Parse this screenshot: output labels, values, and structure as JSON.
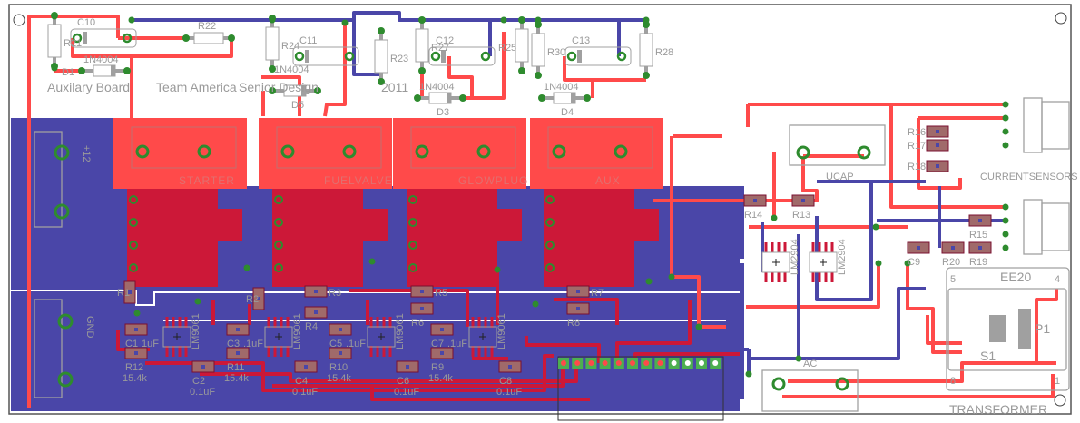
{
  "board": {
    "titles": {
      "auxiliary_board": "Auxilary Board",
      "team": "Team America",
      "course": "Senior Design",
      "year": "2011"
    },
    "relays": [
      {
        "label": "STARTER"
      },
      {
        "label": "FUELVALVE"
      },
      {
        "label": "GLOWPLUG"
      },
      {
        "label": "AUX"
      }
    ],
    "connectors": {
      "power_plus": "+12",
      "ground": "GND",
      "ucap": "UCAP",
      "current_sensors": "CURRENTSENSORS",
      "ac": "AC",
      "transformer": "TRANSFORMER",
      "transformer_type": "EE20",
      "transformer_pins": [
        "5",
        "4",
        "8",
        "1"
      ],
      "transformer_primary": "P1",
      "transformer_secondary": "S1"
    },
    "components": [
      {
        "ref": "R21"
      },
      {
        "ref": "C10"
      },
      {
        "ref": "R22"
      },
      {
        "ref": "D1",
        "value": "1N4004"
      },
      {
        "ref": "R24"
      },
      {
        "ref": "C11"
      },
      {
        "ref": "R23"
      },
      {
        "ref": "D5",
        "value": "1N4004"
      },
      {
        "ref": "R27"
      },
      {
        "ref": "C12"
      },
      {
        "ref": "R25"
      },
      {
        "ref": "D3",
        "value": "1N4004"
      },
      {
        "ref": "R30"
      },
      {
        "ref": "C13"
      },
      {
        "ref": "R28"
      },
      {
        "ref": "D4",
        "value": "1N4004"
      },
      {
        "ref": "R1"
      },
      {
        "ref": "R2"
      },
      {
        "ref": "R3"
      },
      {
        "ref": "R4"
      },
      {
        "ref": "R5"
      },
      {
        "ref": "R6"
      },
      {
        "ref": "R7"
      },
      {
        "ref": "R8"
      },
      {
        "ref": "C1",
        "value": "1uF"
      },
      {
        "ref": "R12",
        "value": "15.4k"
      },
      {
        "ref": "C2",
        "value": "0.1uF"
      },
      {
        "ref": "C3",
        "value": ".1uF"
      },
      {
        "ref": "R11",
        "value": "15.4k"
      },
      {
        "ref": "C4",
        "value": "0.1uF"
      },
      {
        "ref": "C5",
        "value": ".1uF"
      },
      {
        "ref": "R10",
        "value": "15.4k"
      },
      {
        "ref": "C6",
        "value": "0.1uF"
      },
      {
        "ref": "C7",
        "value": ".1uF"
      },
      {
        "ref": "R9",
        "value": "15.4k"
      },
      {
        "ref": "C8",
        "value": "0.1uF"
      },
      {
        "ref": "R14"
      },
      {
        "ref": "R13"
      },
      {
        "ref": "R16"
      },
      {
        "ref": "R17"
      },
      {
        "ref": "R18"
      },
      {
        "ref": "R15"
      },
      {
        "ref": "R20"
      },
      {
        "ref": "R19"
      },
      {
        "ref": "C9"
      }
    ],
    "ics": [
      {
        "part": "LM9061"
      },
      {
        "part": "LM9061"
      },
      {
        "part": "LM9061"
      },
      {
        "part": "LM9061"
      },
      {
        "part": "LM2904"
      },
      {
        "part": "LM2904"
      }
    ],
    "colors": {
      "ground_pour": "#4a46a8",
      "top_copper": "#ff4a4a",
      "bottom_copper": "#cc1838",
      "pad": "#2e8b2e",
      "silkscreen": "#9a9a9a"
    }
  }
}
